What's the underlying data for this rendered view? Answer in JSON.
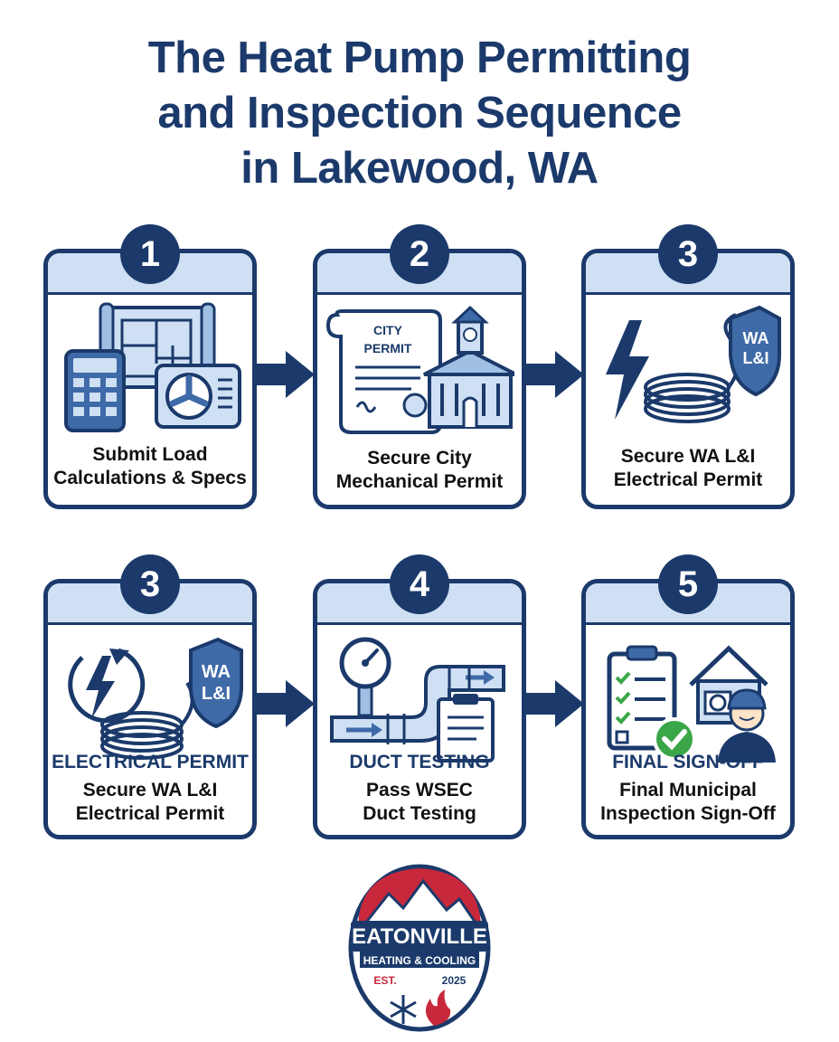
{
  "title": {
    "line1": "The Heat Pump Permitting",
    "line2": "and Inspection Sequence",
    "line3": "in Lakewood, WA"
  },
  "steps": [
    {
      "number": "1",
      "label": "",
      "caption_line1": "Submit Load",
      "caption_line2": "Calculations & Specs"
    },
    {
      "number": "2",
      "label": "",
      "caption_line1": "Secure City",
      "caption_line2": "Mechanical Permit"
    },
    {
      "number": "3",
      "label": "",
      "caption_line1": "Secure WA L&I",
      "caption_line2": "Electrical Permit"
    },
    {
      "number": "3",
      "label": "ELECTRICAL PERMIT",
      "caption_line1": "Secure WA L&I",
      "caption_line2": "Electrical Permit"
    },
    {
      "number": "4",
      "label": "DUCT TESTING",
      "caption_line1": "Pass WSEC",
      "caption_line2": "Duct Testing"
    },
    {
      "number": "5",
      "label": "FINAL SIGN-OFF",
      "caption_line1": "Final Municipal",
      "caption_line2": "Inspection Sign-Off"
    }
  ],
  "illustrations": {
    "permit_doc_line1": "CITY",
    "permit_doc_line2": "PERMIT",
    "shield_line1": "WA",
    "shield_line2": "L&I"
  },
  "logo": {
    "name": "EATONVILLE",
    "tagline": "HEATING & COOLING",
    "est": "EST.",
    "year": "2025"
  },
  "colors": {
    "navy": "#1b3a6b",
    "light_blue": "#cfe0f4",
    "green": "#3aa648",
    "red": "#c8283b"
  }
}
